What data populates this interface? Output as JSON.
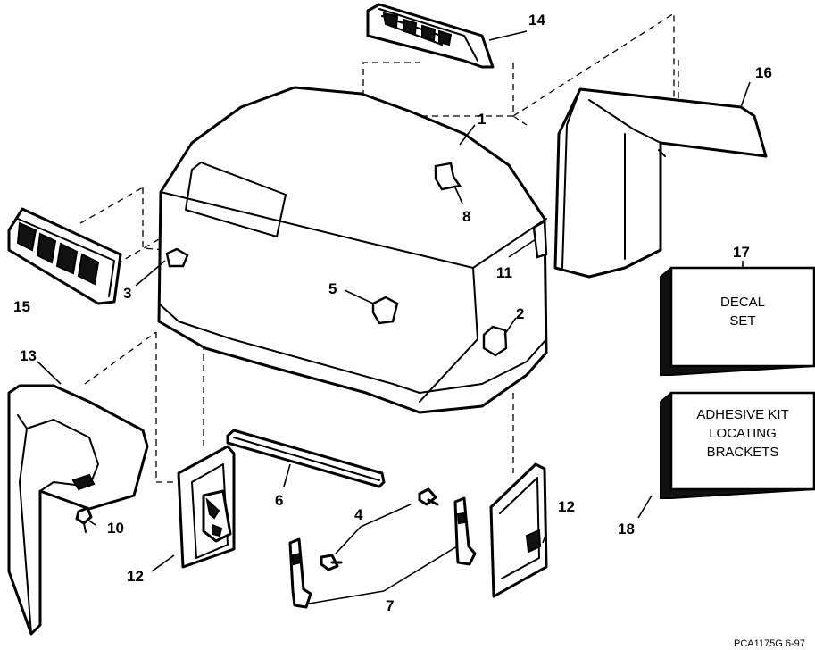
{
  "callouts": {
    "c1": "1",
    "c2": "2",
    "c3": "3",
    "c4": "4",
    "c5": "5",
    "c6": "6",
    "c7": "7",
    "c8": "8",
    "c10": "10",
    "c11": "11",
    "c12a": "12",
    "c12b": "12",
    "c13": "13",
    "c14": "14",
    "c15": "15",
    "c16": "16",
    "c17": "17",
    "c18": "18"
  },
  "boxes": {
    "decal": {
      "line1": "DECAL",
      "line2": "SET"
    },
    "adhesive": {
      "line1": "ADHESIVE KIT",
      "line2": "LOCATING",
      "line3": "BRACKETS"
    }
  },
  "figure_code": "PCA1175G 6-97"
}
